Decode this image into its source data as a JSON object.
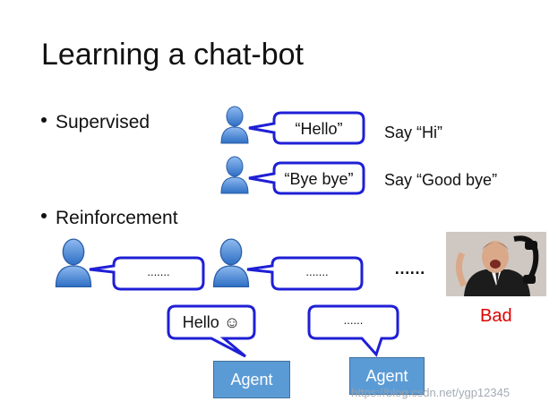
{
  "slide": {
    "title": "Learning a chat-bot",
    "bullets": {
      "supervised": "Supervised",
      "reinforcement": "Reinforcement"
    },
    "supervised": {
      "bubble1": "“Hello”",
      "label1": "Say “Hi”",
      "bubble2": "“Bye bye”",
      "label2": "Say “Good bye”"
    },
    "reinforcement": {
      "dots1": ".......",
      "dots2": ".......",
      "ellipsis": "……",
      "agent_bubble1": "Hello ☺",
      "agent_bubble2": "......",
      "agent1": "Agent",
      "agent2": "Agent",
      "result": "Bad"
    },
    "watermark": "https://blog.csdn.net/ygp12345"
  },
  "colors": {
    "bubble_border": "#1f1fd6",
    "person": "#4a86d6",
    "agent_fill": "#5b9bd5",
    "bad": "#e00000"
  }
}
